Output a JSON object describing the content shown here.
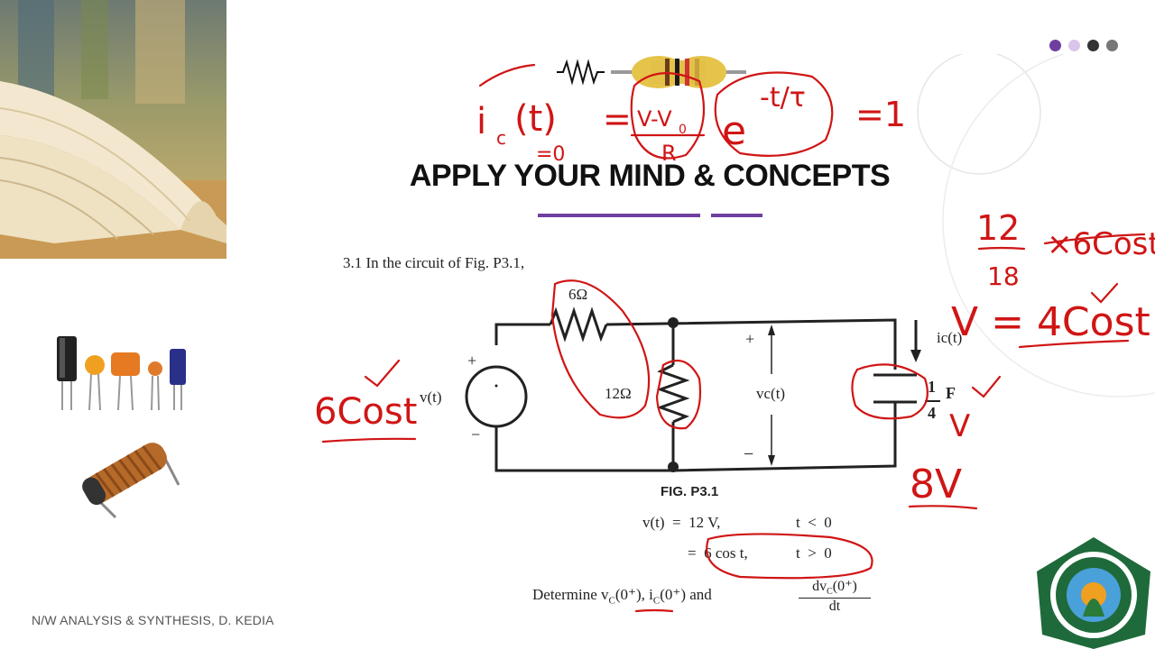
{
  "slide": {
    "title": "APPLY YOUR MIND & CONCEPTS",
    "footer": "N/W ANALYSIS & SYNTHESIS, D. KEDIA",
    "nav_dot_colors": [
      "#6f3fa0",
      "#d9c6ea",
      "#333333",
      "#777777"
    ]
  },
  "problem": {
    "statement": "3.1  In the circuit of Fig. P3.1,",
    "figure_caption": "FIG. P3.1",
    "resistor_1": "6Ω",
    "resistor_2": "12Ω",
    "source_label": "v(t)",
    "voltage_label": "vc(t)",
    "current_label": "ic(t)",
    "capacitor_num": "1",
    "capacitor_den": "4",
    "capacitor_unit": "F",
    "plus_sign": "+",
    "minus_sign": "−",
    "cond1_lhs": "v(t)  =  12 V,",
    "cond1_rhs": "t  <  0",
    "cond2_lhs": "=  6 cos t,",
    "cond2_rhs": "t  >  0",
    "question_prefix": "Determine v",
    "question_mid": "(0⁺), i",
    "question_end": "(0⁺) and",
    "frac_num": "dv",
    "frac_den": "dt",
    "sub_c": "C",
    "sup_arg": "(0⁺)"
  },
  "annotations": {
    "eq_ic": "i",
    "eq_ic_sub": "c",
    "eq_paren": "(t)",
    "eq_equals": "=",
    "eq_num": "V-V",
    "eq_num_sub": "0",
    "eq_den": "R",
    "eq_exp_base": "e",
    "eq_exp": "-t/τ",
    "eq_result": "=1",
    "eq_zero": "=0",
    "ratio_num": "12",
    "ratio_den": "18",
    "ratio_mult": "×6Cost",
    "v_expr": "V = 4Cost",
    "source_note": "6Cost",
    "cap_v": "V",
    "cap_8v": "8V"
  },
  "icons": [
    "book-image",
    "resistor-image",
    "capacitors-image",
    "inductor-image",
    "university-logo"
  ]
}
